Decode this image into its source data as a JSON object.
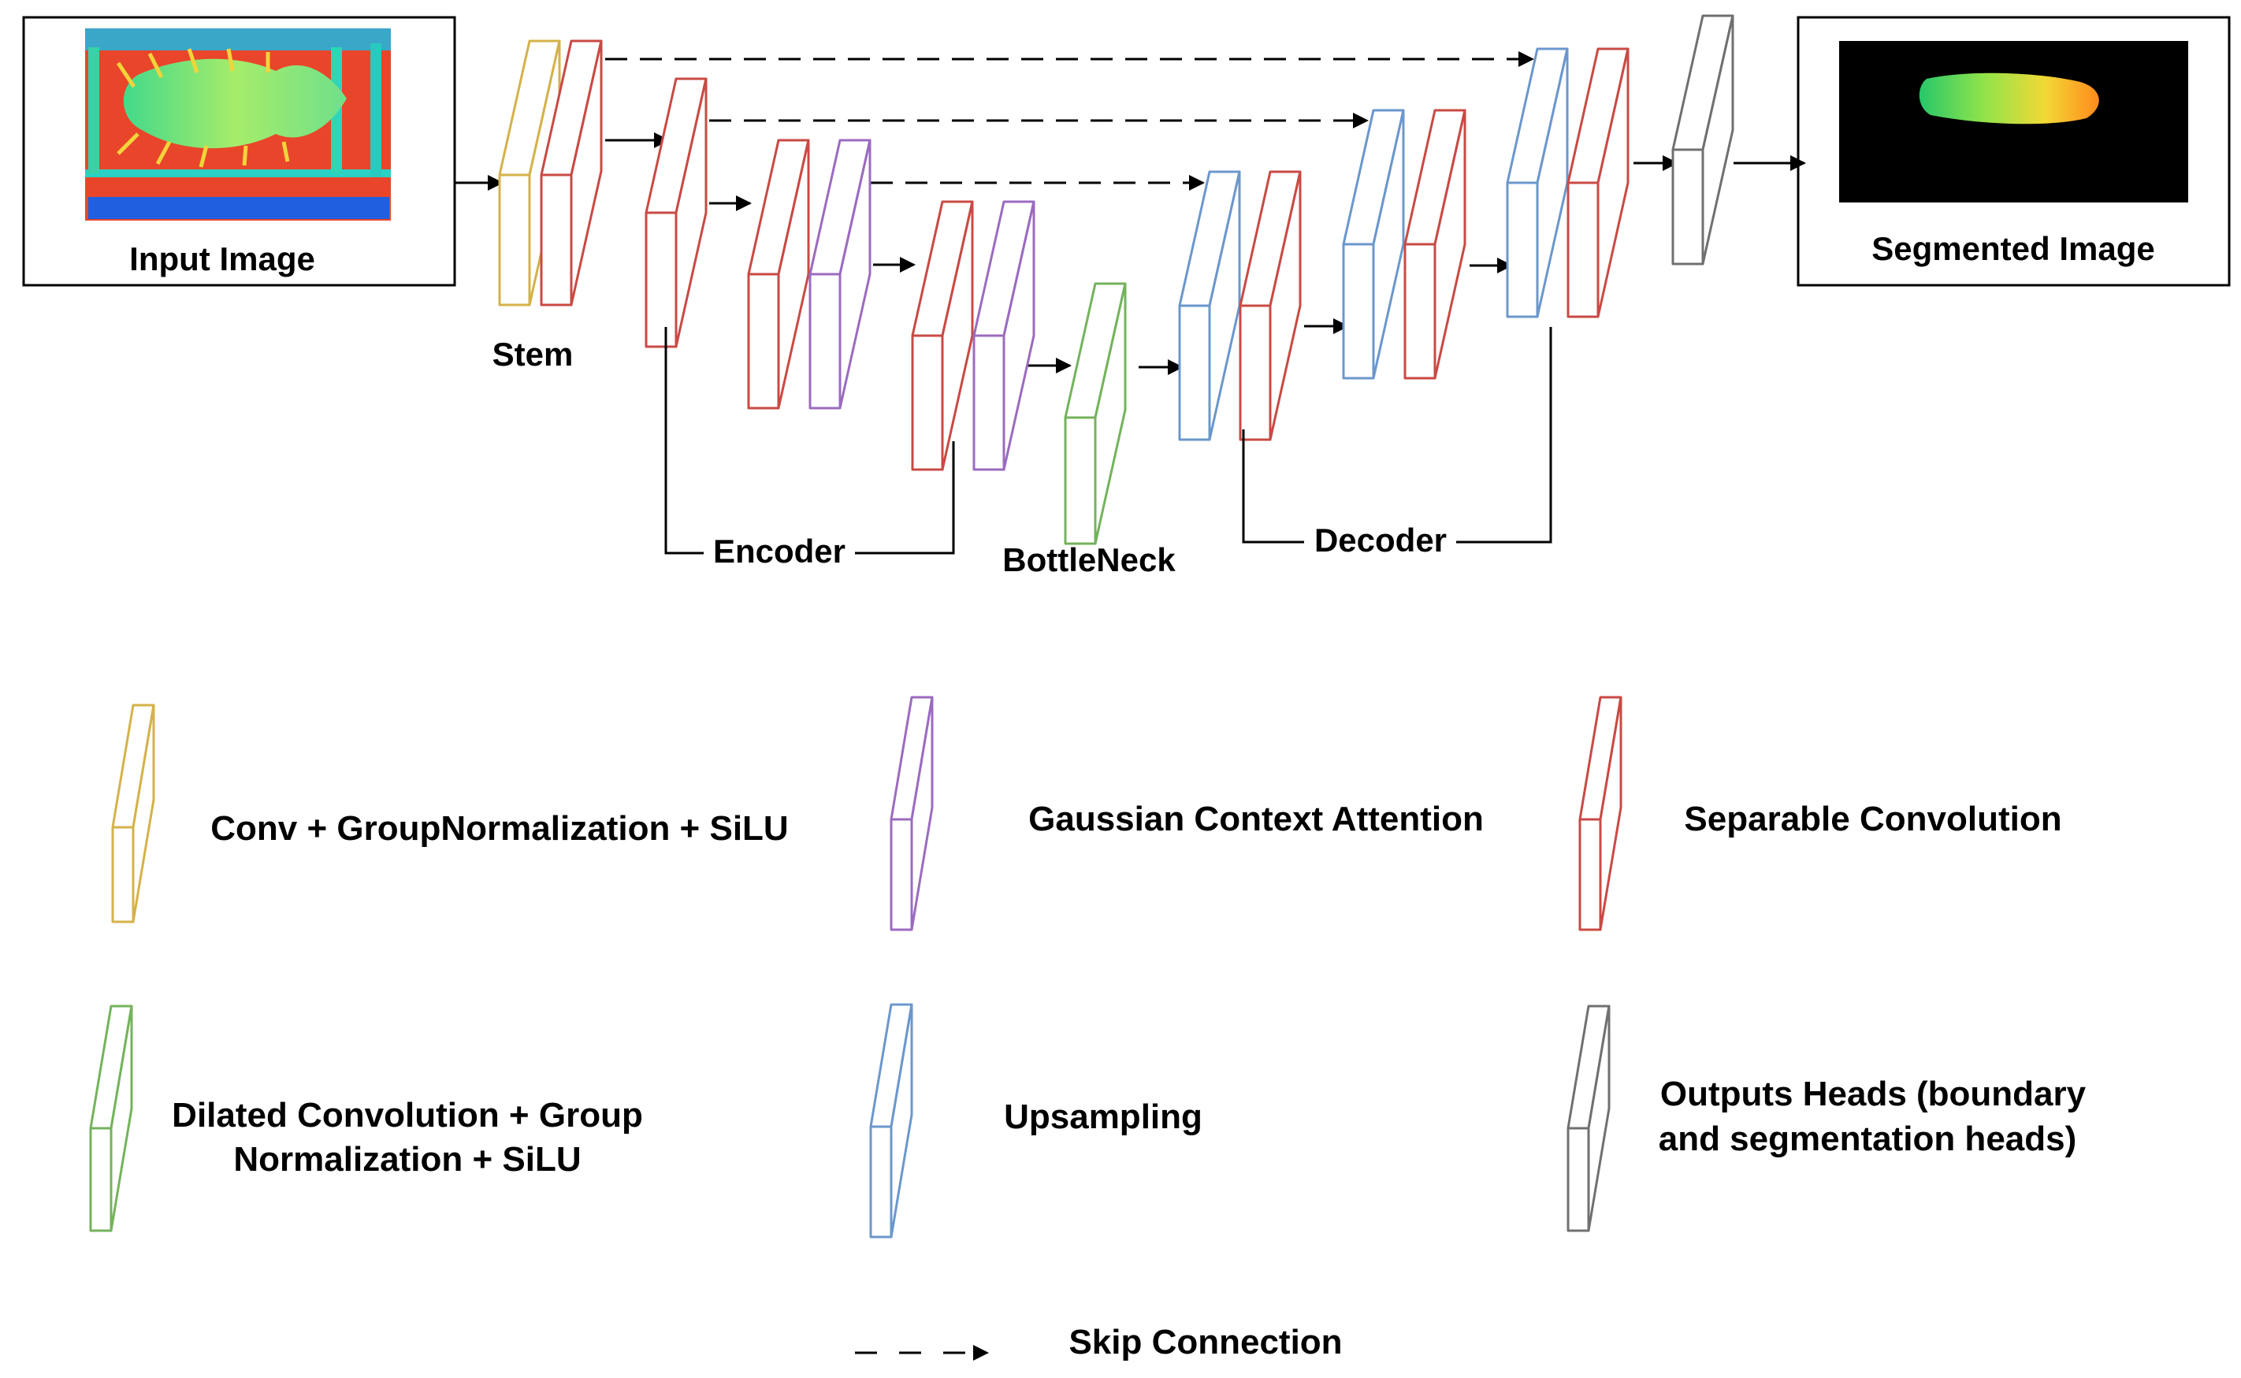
{
  "colors": {
    "conv_gn_silu": "#d4b24a",
    "gaussian_attention": "#9b6bc0",
    "separable_conv": "#c94a44",
    "dilated_conv": "#74b35c",
    "upsampling": "#6b97cc",
    "output_heads": "#707070"
  },
  "panels": {
    "input": {
      "label": "Input Image"
    },
    "output": {
      "label": "Segmented Image"
    }
  },
  "stages": {
    "stem": "Stem",
    "encoder": "Encoder",
    "bottleneck": "BottleNeck",
    "decoder": "Decoder"
  },
  "legend": {
    "conv_gn_silu": "Conv + GroupNormalization + SiLU",
    "gaussian_attention": "Gaussian Context Attention",
    "separable_conv": "Separable Convolution",
    "dilated_conv": [
      "Dilated Convolution + Group",
      "Normalization + SiLU"
    ],
    "upsampling": "Upsampling",
    "output_heads": [
      "Outputs Heads (boundary",
      "and segmentation heads)"
    ],
    "skip_connection": "Skip Connection"
  }
}
